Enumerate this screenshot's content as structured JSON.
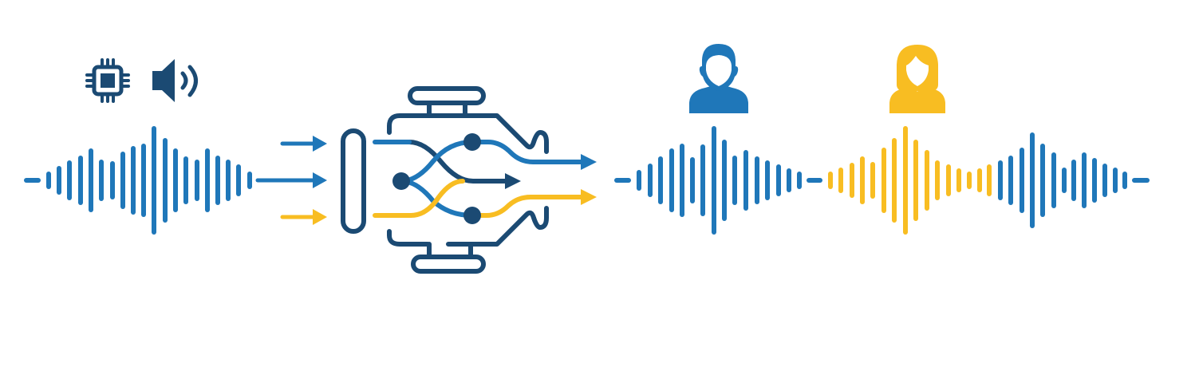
{
  "colors": {
    "navy": "#1b4a73",
    "blue": "#1f77b9",
    "gold": "#f8bd22",
    "background": "#ffffff"
  },
  "icons": {
    "input_icons": [
      "chip-icon",
      "speaker-icon"
    ],
    "engine": "engine-icon",
    "speakers": [
      "male-user-icon",
      "female-user-icon"
    ]
  },
  "segments": {
    "input_waveform_color": "blue",
    "output_waveform_segments": [
      "blue",
      "gold",
      "blue"
    ]
  }
}
